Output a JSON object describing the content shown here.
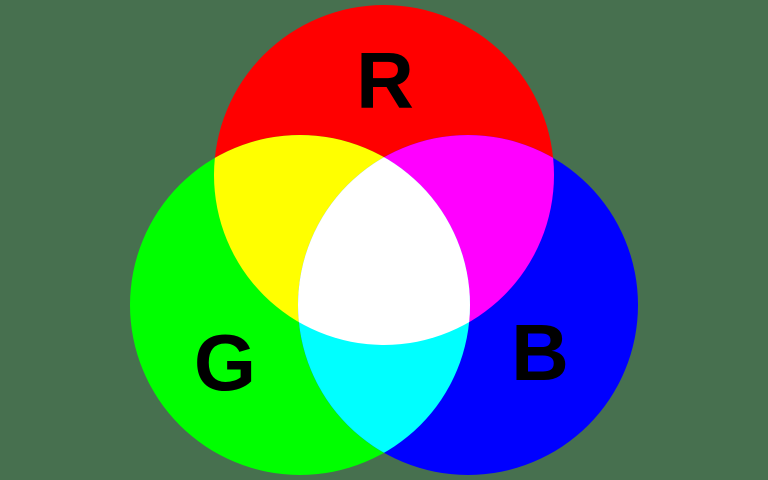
{
  "diagram": {
    "type": "venn-rgb-additive-color",
    "labels": {
      "red": "R",
      "green": "G",
      "blue": "B"
    },
    "colors": {
      "background": "#47704F",
      "red": "#FF0000",
      "green": "#00FF00",
      "blue": "#0000FF",
      "red_green_overlap": "#FFFF00",
      "red_blue_overlap": "#FF00FF",
      "green_blue_overlap": "#00FFFF",
      "center_overlap": "#FFFFFF",
      "label_text": "#000000"
    },
    "regions": [
      {
        "name": "red-circle",
        "label": "R",
        "color": "#FF0000"
      },
      {
        "name": "green-circle",
        "label": "G",
        "color": "#00FF00"
      },
      {
        "name": "blue-circle",
        "label": "B",
        "color": "#0000FF"
      },
      {
        "name": "red-green-overlap",
        "color": "#FFFF00"
      },
      {
        "name": "red-blue-overlap",
        "color": "#FF00FF"
      },
      {
        "name": "green-blue-overlap",
        "color": "#00FFFF"
      },
      {
        "name": "center-overlap",
        "color": "#FFFFFF"
      }
    ]
  }
}
